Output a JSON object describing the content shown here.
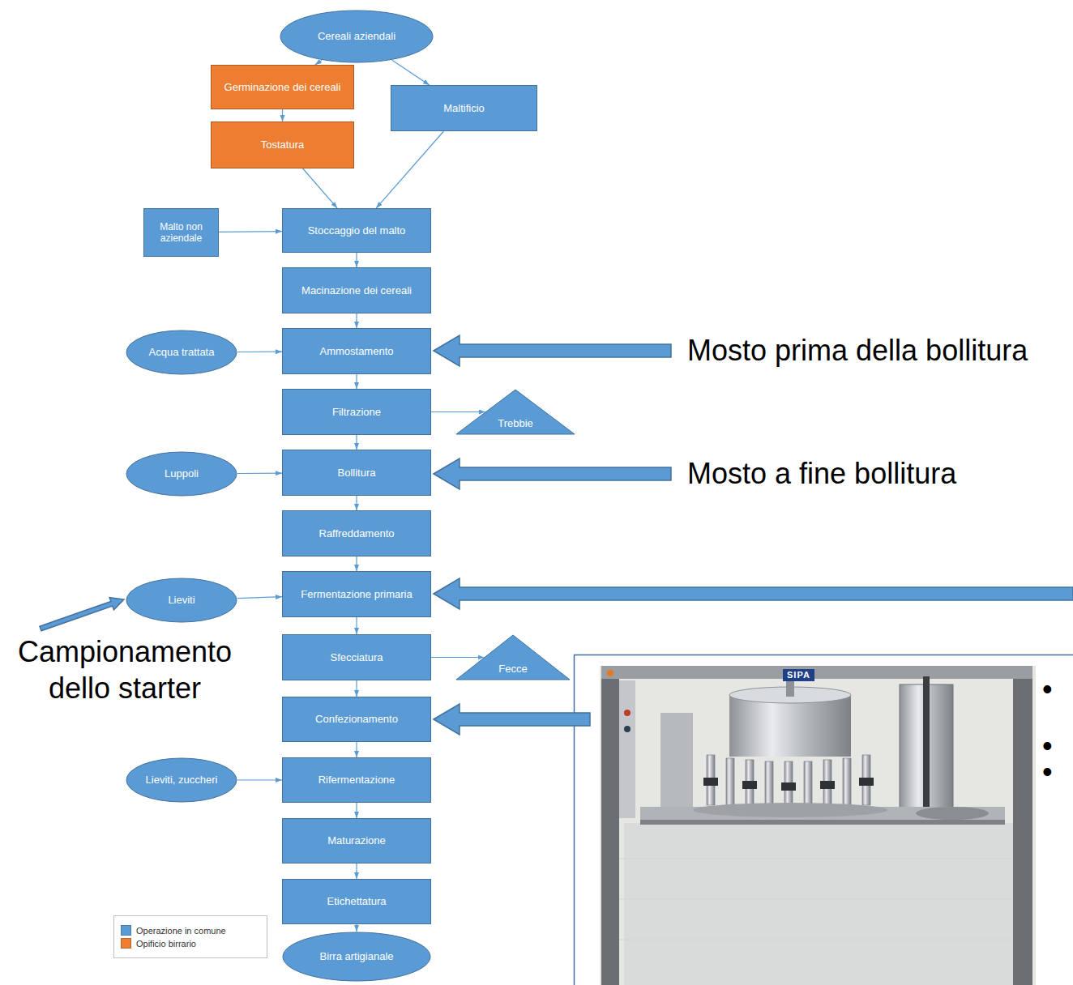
{
  "diagram": {
    "nodes": [
      {
        "text": [
          "Cereali aziendali"
        ]
      },
      {
        "text": [
          "Germinazione dei cereali"
        ]
      },
      {
        "text": [
          "Maltificio"
        ]
      },
      {
        "text": [
          "Tostatura"
        ]
      },
      {
        "text": [
          "Malto non aziendale"
        ]
      },
      {
        "text": [
          "Stoccaggio del malto"
        ]
      },
      {
        "text": [
          "Macinazione dei cereali"
        ]
      },
      {
        "text": [
          "Acqua trattata"
        ]
      },
      {
        "text": [
          "Ammostamento"
        ]
      },
      {
        "text": [
          "Filtrazione"
        ]
      },
      {
        "text": [
          "Trebbie"
        ]
      },
      {
        "text": [
          "Luppoli"
        ]
      },
      {
        "text": [
          "Bollitura"
        ]
      },
      {
        "text": [
          "Raffreddamento"
        ]
      },
      {
        "text": [
          "Lieviti"
        ]
      },
      {
        "text": [
          "Fermentazione primaria"
        ]
      },
      {
        "text": [
          "Sfecciatura"
        ]
      },
      {
        "text": [
          "Fecce"
        ]
      },
      {
        "text": [
          "Confezionamento"
        ]
      },
      {
        "text": [
          "Lieviti, zuccheri"
        ]
      },
      {
        "text": [
          "Rifermentazione"
        ]
      },
      {
        "text": [
          "Maturazione"
        ]
      },
      {
        "text": [
          "Etichettatura"
        ]
      },
      {
        "text": [
          "Birra artigianale"
        ]
      }
    ],
    "edges": [
      {
        "from": 0,
        "to": 1,
        "arrow": "to"
      },
      {
        "from": 0,
        "to": 2,
        "arrow": "to"
      },
      {
        "from": 1,
        "to": 3,
        "arrow": "to"
      },
      {
        "from": 3,
        "to": 5,
        "arrow": "to"
      },
      {
        "from": 2,
        "to": 5,
        "arrow": "to"
      },
      {
        "from": 4,
        "to": 5,
        "arrow": "to"
      },
      {
        "from": 5,
        "to": 6,
        "arrow": "to"
      },
      {
        "from": 6,
        "to": 8,
        "arrow": "to"
      },
      {
        "from": 7,
        "to": 8,
        "arrow": "to"
      },
      {
        "from": 8,
        "to": 9,
        "arrow": "to"
      },
      {
        "from": 9,
        "to": 10,
        "arrow": "to"
      },
      {
        "from": 9,
        "to": 12,
        "arrow": "to"
      },
      {
        "from": 11,
        "to": 12,
        "arrow": "to"
      },
      {
        "from": 12,
        "to": 13,
        "arrow": "to"
      },
      {
        "from": 13,
        "to": 15,
        "arrow": "to"
      },
      {
        "from": 14,
        "to": 15,
        "arrow": "to"
      },
      {
        "from": 15,
        "to": 16,
        "arrow": "to"
      },
      {
        "from": 16,
        "to": 17,
        "arrow": "to"
      },
      {
        "from": 16,
        "to": 18,
        "arrow": "to"
      },
      {
        "from": 18,
        "to": 20,
        "arrow": "to"
      },
      {
        "from": 19,
        "to": 20,
        "arrow": "to"
      },
      {
        "from": 20,
        "to": 21,
        "arrow": "to"
      },
      {
        "from": 21,
        "to": 22,
        "arrow": "to"
      },
      {
        "from": 22,
        "to": 23,
        "arrow": "to"
      }
    ],
    "labels": [
      "Mosto prima della bollitura",
      "Mosto a fine bollitura",
      "Campionamento dello starter",
      "SIPA",
      "•",
      "•",
      "•"
    ],
    "legend": [
      {
        "text": "Operazione in comune",
        "color": "#5b9bd5"
      },
      {
        "text": "Opificio birrario",
        "color": "#ed7d31"
      }
    ]
  }
}
